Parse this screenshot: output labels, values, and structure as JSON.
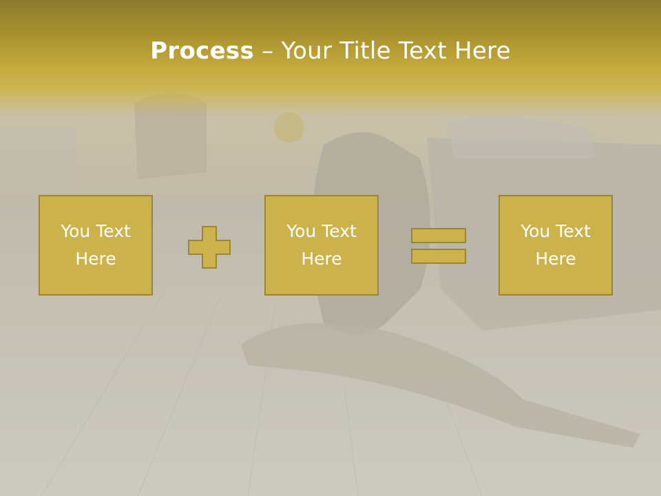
{
  "slide": {
    "title_bold": "Process",
    "title_rest": " – Your Title Text Here"
  },
  "process": {
    "steps": [
      {
        "text": "You Text Here"
      },
      {
        "text": "You Text Here"
      },
      {
        "text": "You Text Here"
      }
    ],
    "operators": [
      "plus-icon",
      "equals-icon"
    ]
  },
  "colors": {
    "header_gold": "#b59b36",
    "box_fill": "#ccb24b",
    "box_border": "#9c8532",
    "text": "#ffffff"
  }
}
